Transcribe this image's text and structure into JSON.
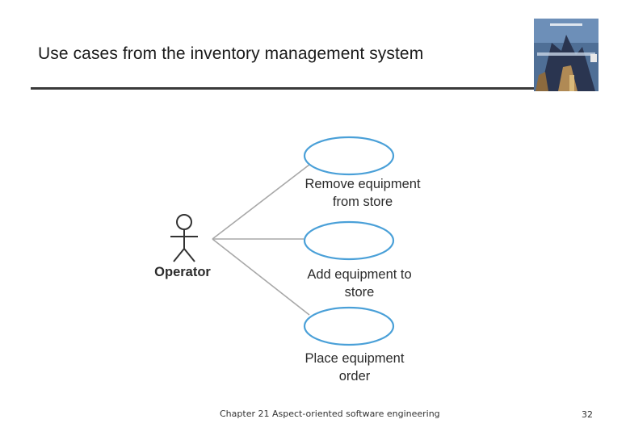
{
  "slide": {
    "title": "Use cases from the inventory management system",
    "footer": "Chapter 21 Aspect-oriented software engineering",
    "page_number": "32"
  },
  "cover": {
    "icon": "book-cover-image",
    "colors": {
      "sky": "#5b7fa8",
      "dark": "#2a3550",
      "accent": "#c9a36b"
    }
  },
  "diagram": {
    "actor": {
      "label": "Operator"
    },
    "use_cases": [
      {
        "line1": "Remove equipment",
        "line2": "from store"
      },
      {
        "line1": "Add equipment to",
        "line2": "store"
      },
      {
        "line1": "Place equipment",
        "line2": "order"
      }
    ],
    "colors": {
      "ellipse_stroke": "#4aa0d8",
      "line": "#a8a8a8",
      "actor": "#333333"
    }
  }
}
